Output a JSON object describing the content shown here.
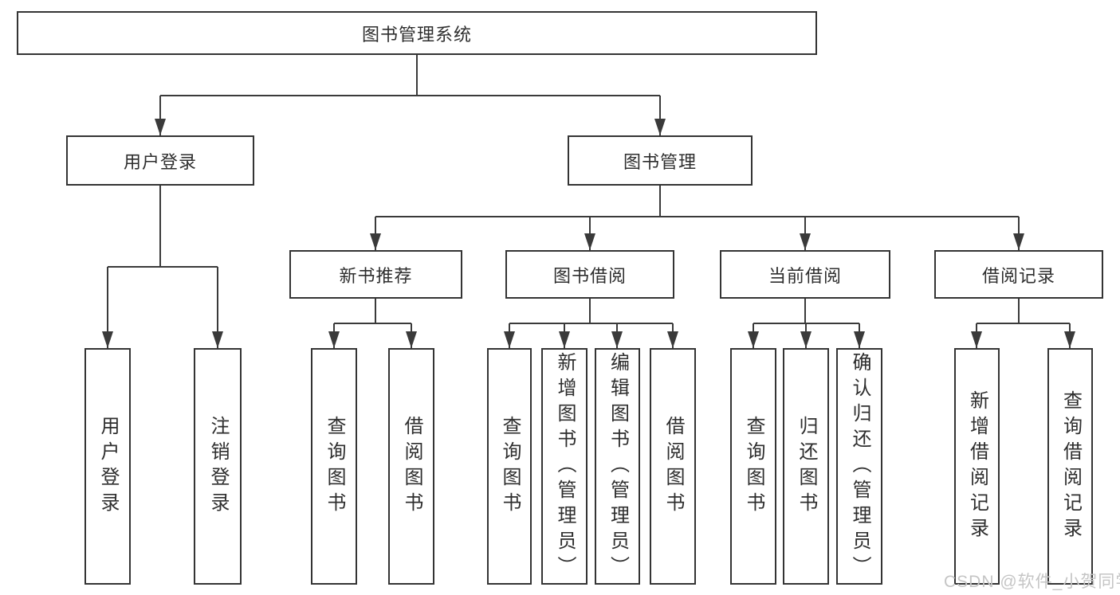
{
  "diagram": {
    "type": "hierarchy-tree",
    "colors": {
      "line": "#3a3a3a",
      "box_border": "#343434",
      "text": "#2e2e2e",
      "background": "#ffffff",
      "watermark": "#c5c5c5"
    },
    "nodes": {
      "root": "图书管理系统",
      "user_login": "用户登录",
      "book_mgmt": "图书管理",
      "new_book_rec": "新书推荐",
      "book_borrow": "图书借阅",
      "current_borrow": "当前借阅",
      "borrow_records": "借阅记录",
      "leaf_user_login": "用户登录",
      "leaf_logout": "注销登录",
      "leaf_nbr_query": "查询图书",
      "leaf_nbr_borrow": "借阅图书",
      "leaf_bb_query": "查询图书",
      "leaf_bb_add": "新增图书（管理员）",
      "leaf_bb_edit": "编辑图书（管理员）",
      "leaf_bb_borrow": "借阅图书",
      "leaf_cb_query": "查询图书",
      "leaf_cb_return": "归还图书",
      "leaf_cb_confirm": "确认归还（管理员）",
      "leaf_br_add": "新增借阅记录",
      "leaf_br_query": "查询借阅记录"
    },
    "hierarchy": {
      "图书管理系统": [
        "用户登录",
        "图书管理"
      ],
      "用户登录": [
        "用户登录",
        "注销登录"
      ],
      "图书管理": [
        "新书推荐",
        "图书借阅",
        "当前借阅",
        "借阅记录"
      ],
      "新书推荐": [
        "查询图书",
        "借阅图书"
      ],
      "图书借阅": [
        "查询图书",
        "新增图书（管理员）",
        "编辑图书（管理员）",
        "借阅图书"
      ],
      "当前借阅": [
        "查询图书",
        "归还图书",
        "确认归还（管理员）"
      ],
      "借阅记录": [
        "新增借阅记录",
        "查询借阅记录"
      ]
    },
    "watermark": "CSDN @软件_小贺同学"
  }
}
